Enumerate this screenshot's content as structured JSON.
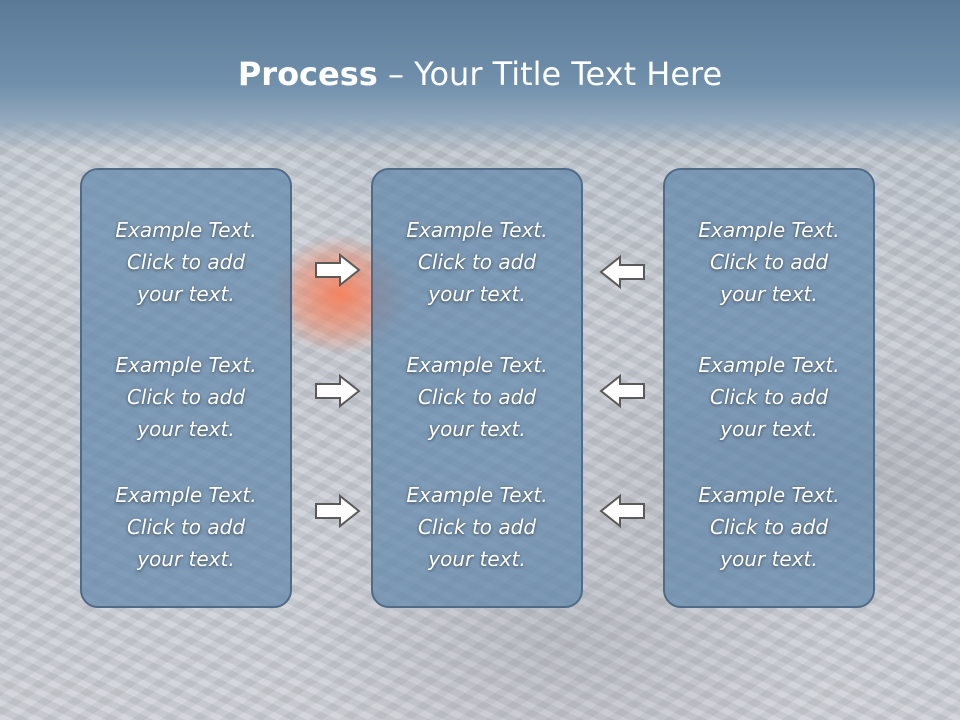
{
  "slide": {
    "title_bold": "Process",
    "title_rest": " – Your Title Text Here"
  },
  "panels": [
    {
      "items": [
        [
          "Example Text.",
          "Click  to add",
          "your text."
        ],
        [
          "Example Text.",
          "Click  to add",
          "your text."
        ],
        [
          "Example Text.",
          "Click  to add",
          "your text."
        ]
      ]
    },
    {
      "items": [
        [
          "Example Text.",
          "Click  to add",
          "your text."
        ],
        [
          "Example Text.",
          "Click  to add",
          "your text."
        ],
        [
          "Example Text.",
          "Click  to add",
          "your text."
        ]
      ]
    },
    {
      "items": [
        [
          "Example Text.",
          "Click  to add",
          "your text."
        ],
        [
          "Example Text.",
          "Click  to add",
          "your text."
        ],
        [
          "Example Text.",
          "Click  to add",
          "your text."
        ]
      ]
    }
  ],
  "arrows": {
    "left_column_direction": "right",
    "right_column_direction": "left",
    "icon": "block-arrow-icon"
  },
  "colors": {
    "header": "#6f8fab",
    "panel_fill": "#6086ab",
    "panel_border": "#4f6b88",
    "text": "#ffffff",
    "arrow_fill": "#ffffff",
    "arrow_stroke": "#5a5a5a",
    "lava_accent": "#f6805c"
  }
}
